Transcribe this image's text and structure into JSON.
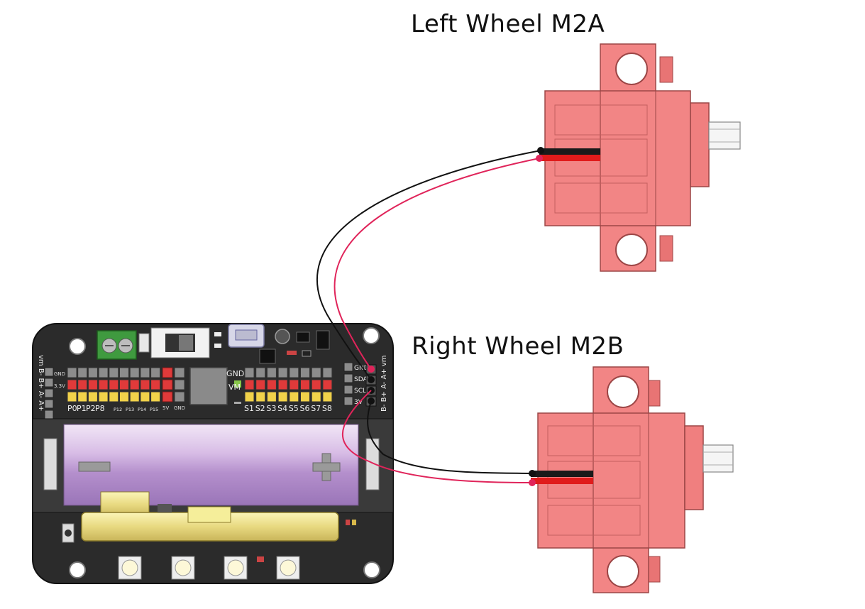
{
  "labels": {
    "left_wheel": "Left Wheel M2A",
    "right_wheel": "Right Wheel M2B"
  },
  "board": {
    "header_left_row1": "GND",
    "header_left_row2": "3.3V",
    "pins_p": [
      "P0",
      "P1",
      "P2",
      "P8",
      "P12",
      "P13",
      "P14",
      "P15"
    ],
    "label_5v": "5V",
    "label_gnd_bottom": "GND",
    "center_gnd": "GND",
    "center_vm": "VM",
    "pins_s": [
      "S1",
      "S2",
      "S3",
      "S4",
      "S5",
      "S6",
      "S7",
      "S8"
    ],
    "i2c_labels": [
      "GND",
      "SDA",
      "SCL",
      "3V"
    ],
    "motor_header_left": "vm B- B+ A- A+",
    "motor_header_right": "B- B+ A- A+ vm"
  },
  "colors": {
    "board": "#2b2b2b",
    "motor": "#f07f7f",
    "wire_red": "#e0245a",
    "wire_black": "#111111",
    "battery": "#c9a6d8"
  }
}
